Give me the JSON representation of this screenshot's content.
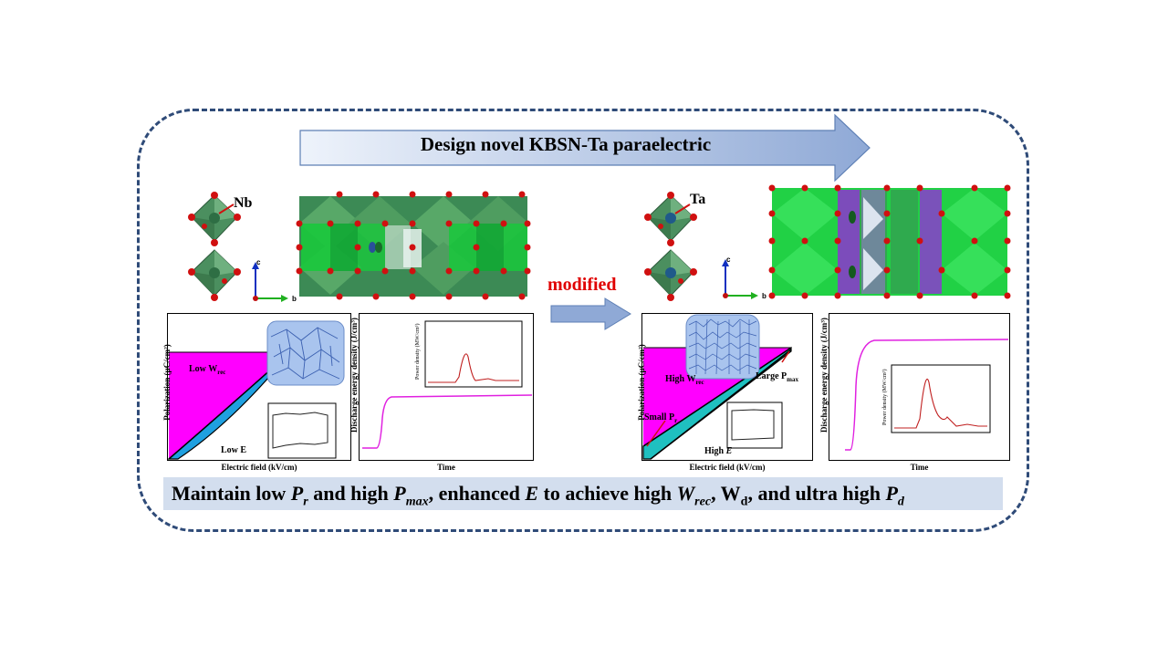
{
  "banner": {
    "title": "Design novel KBSN-Ta paraelectric"
  },
  "transition": {
    "label": "modified"
  },
  "left": {
    "atom_label": "Nb",
    "axis_c": "c",
    "axis_b": "b",
    "pe_plot": {
      "ylabel": "Polarization (μC/cm²)",
      "xlabel": "Electric field (kV/cm)",
      "region_label_main": "Low W",
      "region_label_sub": "rec",
      "field_label": "Low E"
    },
    "energy_plot": {
      "ylabel": "Discharge energy density (J/cm³)",
      "xlabel": "Time",
      "inset_ylabel": "Power density (MW/cm³)"
    }
  },
  "right": {
    "atom_label": "Ta",
    "axis_c": "c",
    "axis_b": "b",
    "pe_plot": {
      "ylabel": "Polarization (μC/cm²)",
      "xlabel": "Electric field (kV/cm)",
      "region_label_main": "High W",
      "region_label_sub": "rec",
      "pr_label_main": "Small P",
      "pr_label_sub": "r",
      "pmax_label_main": "Large P",
      "pmax_label_sub": "max",
      "field_label_main": "High ",
      "field_label_sym": "E"
    },
    "energy_plot": {
      "ylabel": "Discharge energy density (J/cm³)",
      "xlabel": "Time",
      "inset_ylabel": "Power density (MW/cm³)"
    }
  },
  "summary": {
    "p1": "Maintain low ",
    "pr_sym": "P",
    "pr_sub": "r",
    "p2": " and high ",
    "pmax_sym": "P",
    "pmax_sub": "max",
    "p3": ", enhanced ",
    "e_sym": "E",
    "p4": " to achieve high ",
    "wrec_sym": "W",
    "wrec_sub": "rec",
    "p5": ", W",
    "wd_sub": "d",
    "p6": ", and ultra high ",
    "pd_sym": "P",
    "pd_sub": "d"
  },
  "colors": {
    "frame": "#2f4b78",
    "octahedron_dark": "#3f8a5a",
    "octahedron_bright": "#19c83c",
    "oxygen": "#d01010",
    "purple": "#8a3ccf",
    "magenta": "#ff00ff",
    "cyan": "#1fc0c0",
    "arrow_blue": "#8fa9d6",
    "highlight_red": "#e00000",
    "summary_bg": "#d3deee"
  }
}
